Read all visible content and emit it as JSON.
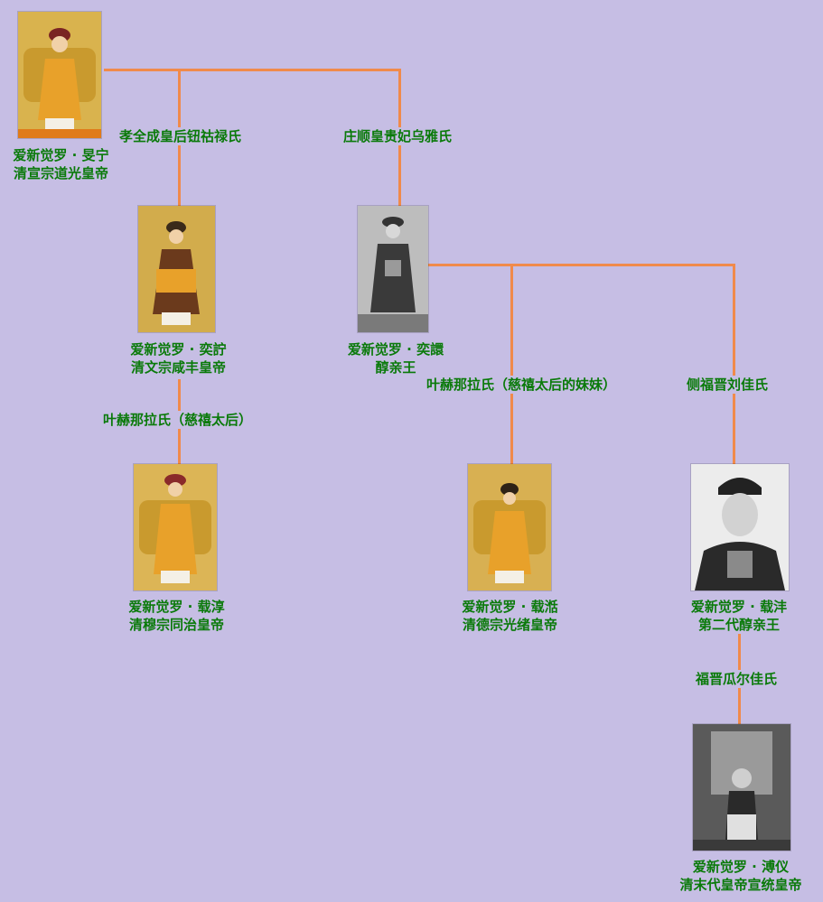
{
  "people": {
    "daoguang": {
      "name": "爱新觉罗 · 旻宁",
      "title": "清宣宗道光皇帝"
    },
    "xianfeng": {
      "name": "爱新觉罗 · 奕詝",
      "title": "清文宗咸丰皇帝"
    },
    "chun1": {
      "name": "爱新觉罗 · 奕譞",
      "title": "醇亲王"
    },
    "tongzhi": {
      "name": "爱新觉罗 · 载淳",
      "title": "清穆宗同治皇帝"
    },
    "guangxu": {
      "name": "爱新觉罗 · 载湉",
      "title": "清德宗光绪皇帝"
    },
    "chun2": {
      "name": "爱新觉罗 · 载沣",
      "title": "第二代醇亲王"
    },
    "puyi": {
      "name": "爱新觉罗 · 溥仪",
      "title": "清末代皇帝宣统皇帝"
    }
  },
  "spouses": {
    "xiaoquan": "孝全成皇后钮祜禄氏",
    "zhuangshun": "庄顺皇贵妃乌雅氏",
    "cixi": "叶赫那拉氏（慈禧太后）",
    "cixi_sister": "叶赫那拉氏（慈禧太后的妹妹）",
    "liu": "侧福晋刘佳氏",
    "guaerjia": "福晋瓜尔佳氏"
  },
  "colors": {
    "background": "#c6bee4",
    "line": "#f08a4b",
    "text": "#0a7a0a"
  }
}
